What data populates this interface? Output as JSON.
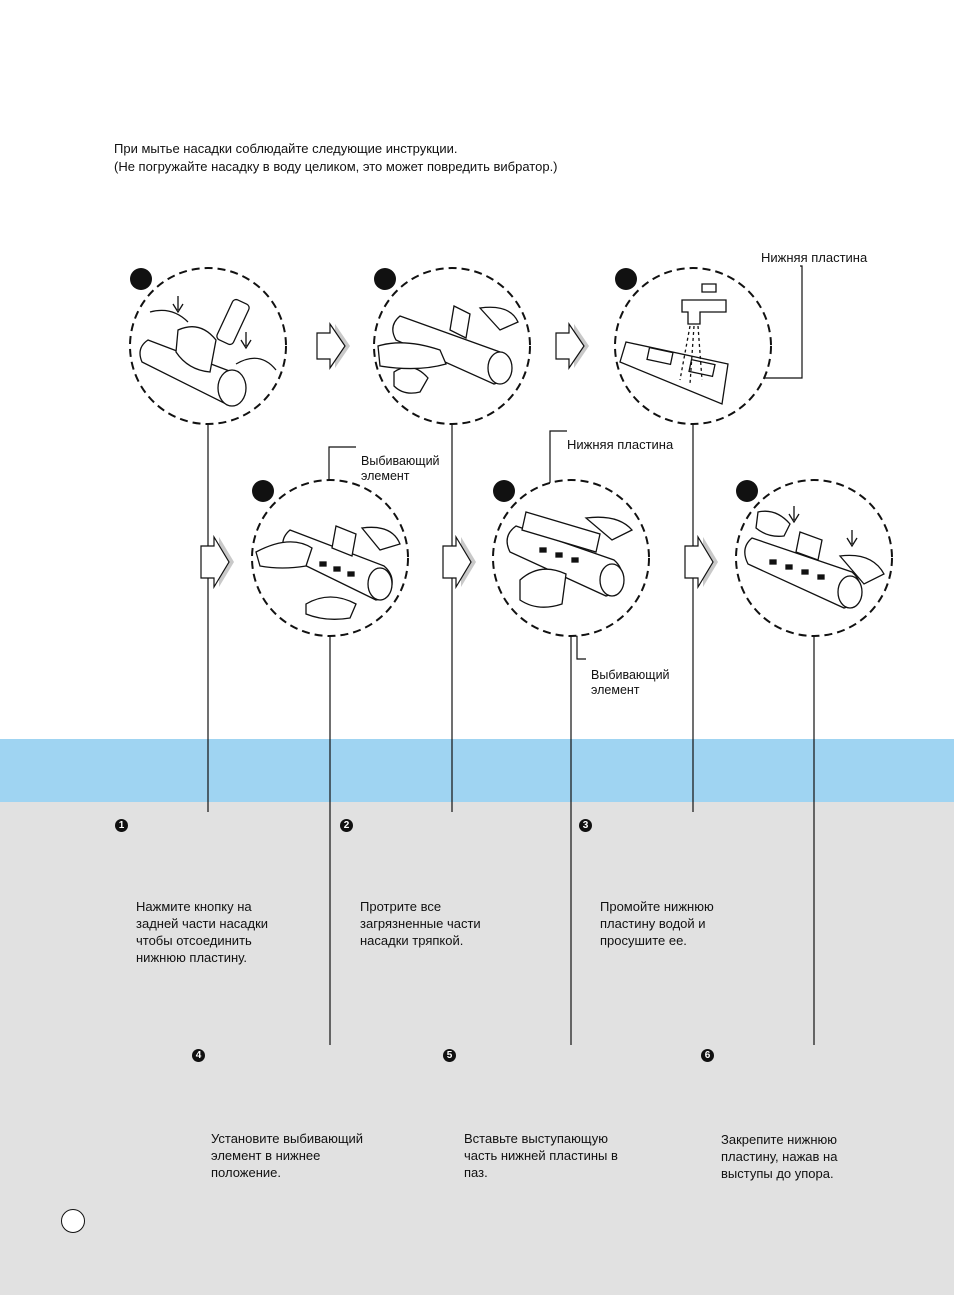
{
  "intro": {
    "line1": "При мытье насадки соблюдайте следующие инструкции.",
    "line2": "(Не погружайте насадку в воду целиком, это может повредить вибратор.)"
  },
  "labels": {
    "lower_plate_top": "Нижняя пластина",
    "lower_plate_mid": "Нижняя пластина",
    "beater_a_line1": "Выбивающий",
    "beater_a_line2": "элемент",
    "beater_b_line1": "Выбивающий",
    "beater_b_line2": "элемент"
  },
  "steps": [
    {
      "num": "1",
      "lines": [
        "Нажмите кнопку на",
        "задней части насадки",
        "чтобы отсоединить",
        "нижнюю пластину."
      ]
    },
    {
      "num": "2",
      "lines": [
        "Протрите все",
        "загрязненные части",
        "насадки тряпкой."
      ]
    },
    {
      "num": "3",
      "lines": [
        "Промойте нижнюю",
        "пластину водой и",
        "просушите ее."
      ]
    },
    {
      "num": "4",
      "lines": [
        "Установите выбивающий",
        "элемент в нижнее",
        "положение."
      ]
    },
    {
      "num": "5",
      "lines": [
        "Вставьте выступающую",
        "часть нижней пластины в",
        "паз."
      ]
    },
    {
      "num": "6",
      "lines": [
        "Закрепите нижнюю",
        "пластину, нажав на",
        "выступы до упора."
      ]
    }
  ],
  "colors": {
    "band_blue": "#9fd4f2",
    "band_grey": "#e1e1e1"
  }
}
